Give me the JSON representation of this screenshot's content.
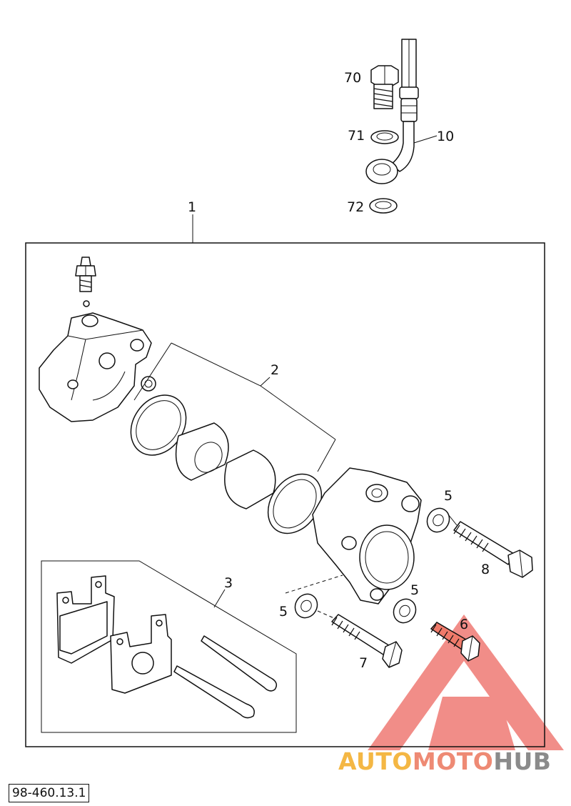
{
  "diagram": {
    "callouts": {
      "p1": "1",
      "p2": "2",
      "p3": "3",
      "p5a": "5",
      "p5b": "5",
      "p5c": "5",
      "p6": "6",
      "p7": "7",
      "p8": "8",
      "p10": "10",
      "p70": "70",
      "p71": "71",
      "p72": "72"
    },
    "reference_code": "98-460.13.1"
  },
  "watermark": {
    "part_a": "AUTO",
    "part_b": "MOTO",
    "part_c": "HUB",
    "colors": {
      "a": "#f4b744",
      "b": "#ee8a74",
      "c": "#8b8b8b",
      "triangle": "#e8433a"
    }
  }
}
